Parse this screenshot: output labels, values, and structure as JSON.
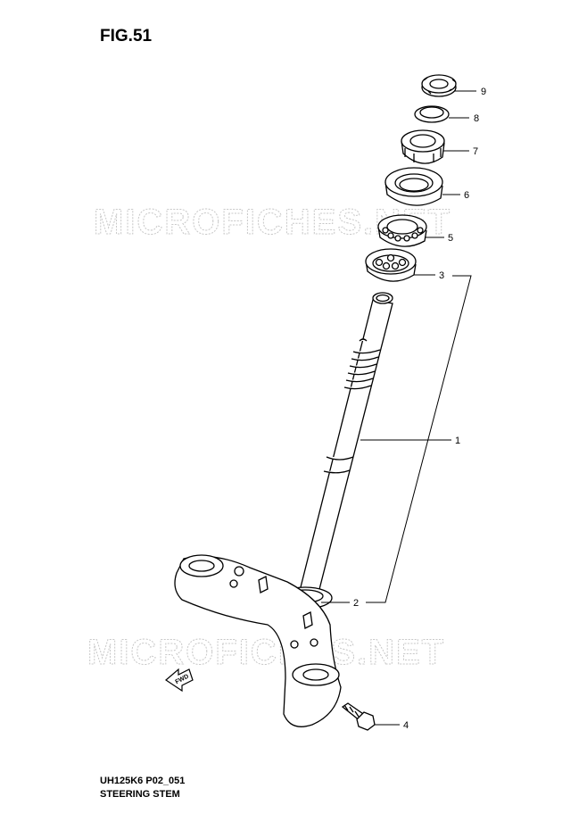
{
  "figure": {
    "title": "FIG.51",
    "code": "UH125K6 P02_051",
    "name": "STEERING STEM"
  },
  "watermarks": [
    "MICROFICHES.NET",
    "MICROFICHES.NET"
  ],
  "direction_label": "FWD",
  "callouts": [
    {
      "id": "9",
      "part": "steering-stem-lock-nut"
    },
    {
      "id": "8",
      "part": "lock-washer"
    },
    {
      "id": "7",
      "part": "steering-stem-nut"
    },
    {
      "id": "6",
      "part": "dust-seal"
    },
    {
      "id": "5",
      "part": "upper-bearing"
    },
    {
      "id": "3",
      "part": "bearing-race"
    },
    {
      "id": "1",
      "part": "steering-stem"
    },
    {
      "id": "2",
      "part": "lower-bearing-seal"
    },
    {
      "id": "4",
      "part": "bolt"
    }
  ],
  "colors": {
    "line": "#000000",
    "watermark": "#c8c8c8"
  }
}
